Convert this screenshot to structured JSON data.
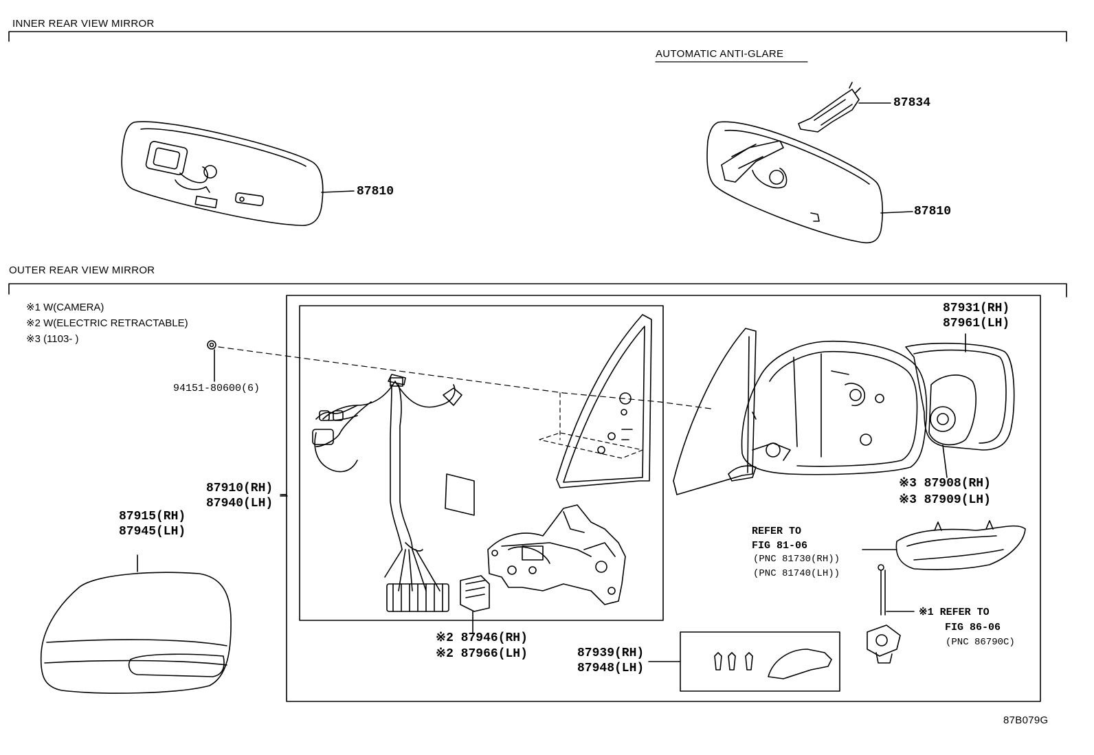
{
  "sections": {
    "inner": "INNER REAR VIEW MIRROR",
    "outer": "OUTER REAR VIEW MIRROR"
  },
  "subheading": "AUTOMATIC ANTI-GLARE",
  "notes": {
    "n1": "※1 W(CAMERA)",
    "n2": "※2 W(ELECTRIC RETRACTABLE)",
    "n3": "※3 (1103-        )"
  },
  "parts": {
    "p87810a": "87810",
    "p87810b": "87810",
    "p87834": "87834",
    "p94151": "94151-80600(6)",
    "p87931": "87931(RH)",
    "p87961": "87961(LH)",
    "p87910": "87910(RH)",
    "p87940": "87940(LH)",
    "p87915": "87915(RH)",
    "p87945": "87945(LH)",
    "p87908": "※3 87908(RH)",
    "p87909": "※3 87909(LH)",
    "p87946": "※2 87946(RH)",
    "p87966": "※2 87966(LH)",
    "p87939": "87939(RH)",
    "p87948": "87948(LH)"
  },
  "refs": {
    "r1_l1": "REFER TO",
    "r1_l2": "FIG 81-06",
    "r1_l3": "(PNC 81730(RH))",
    "r1_l4": "(PNC 81740(LH))",
    "r2_l1": "※1 REFER TO",
    "r2_l2": "FIG 86-06",
    "r2_l3": "(PNC 86790C)"
  },
  "figure_code": "87B079G"
}
